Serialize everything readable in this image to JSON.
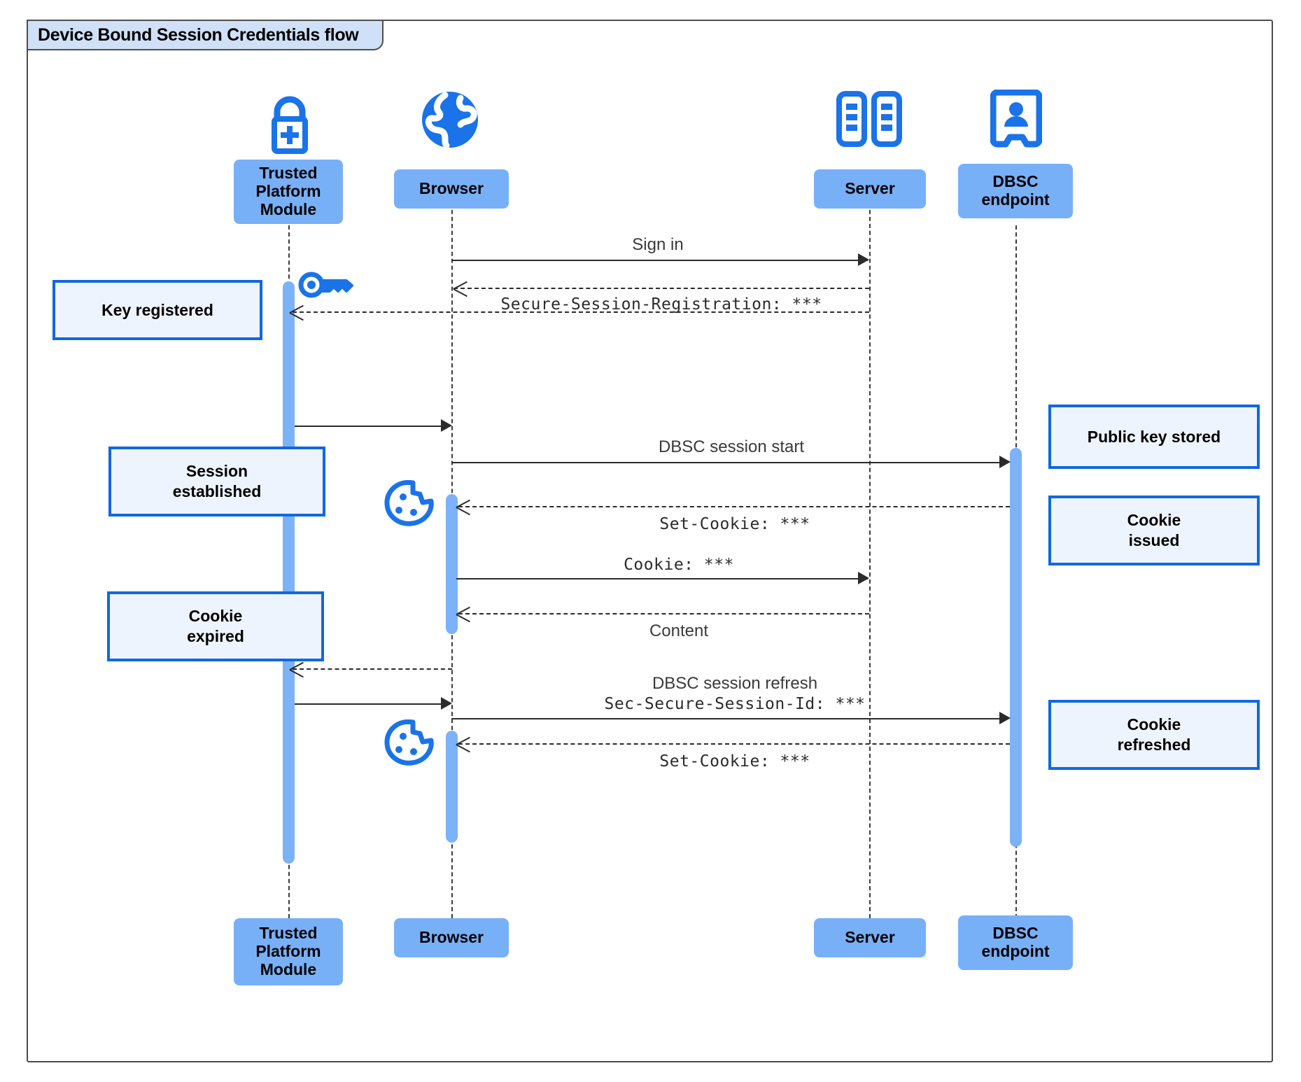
{
  "diagram": {
    "title": "Device Bound Session Credentials flow",
    "type": "uml-sequence-diagram",
    "colors": {
      "participant_fill": "#78b0f8",
      "activation_fill": "#7cb2f7",
      "note_fill": "#eef4fe",
      "note_border": "#1068e0",
      "icon_blue": "#1a73e8",
      "frame_border": "#4d4d4d",
      "frame_tab_fill": "#cfe0f7",
      "line": "#2b2b2b"
    },
    "participants": [
      {
        "id": "tpm",
        "label": "Trusted\nPlatform\nModule",
        "icon": "lock-plus-icon"
      },
      {
        "id": "browser",
        "label": "Browser",
        "icon": "globe-icon"
      },
      {
        "id": "server",
        "label": "Server",
        "icon": "server-rack-icon"
      },
      {
        "id": "dbsc",
        "label": "DBSC\nendpoint",
        "icon": "id-badge-icon"
      }
    ],
    "messages": [
      {
        "id": "m1",
        "from": "browser",
        "to": "server",
        "label": "Sign in",
        "style": "solid",
        "font": "sans"
      },
      {
        "id": "m2",
        "from": "server",
        "to": "browser",
        "label": "Secure-Session-Registration: ***",
        "style": "dashed",
        "font": "mono"
      },
      {
        "id": "m3",
        "from": "server",
        "to": "tpm",
        "label": "",
        "style": "dashed",
        "font": "sans"
      },
      {
        "id": "m4",
        "from": "tpm",
        "to": "browser",
        "label": "",
        "style": "solid",
        "font": "sans"
      },
      {
        "id": "m5",
        "from": "browser",
        "to": "dbsc",
        "label": "DBSC session start",
        "style": "solid",
        "font": "sans"
      },
      {
        "id": "m6",
        "from": "dbsc",
        "to": "browser",
        "label": "Set-Cookie: ***",
        "style": "dashed",
        "font": "mono"
      },
      {
        "id": "m7",
        "from": "browser",
        "to": "server",
        "label": "Cookie: ***",
        "style": "solid",
        "font": "mono"
      },
      {
        "id": "m8",
        "from": "server",
        "to": "browser",
        "label": "Content",
        "style": "dashed",
        "font": "sans"
      },
      {
        "id": "m9",
        "from": "browser",
        "to": "tpm",
        "label": "",
        "style": "dashed",
        "font": "sans"
      },
      {
        "id": "m10",
        "from": "tpm",
        "to": "browser",
        "label": "",
        "style": "solid",
        "font": "sans"
      },
      {
        "id": "m11",
        "from": "browser",
        "to": "dbsc",
        "label_line1": "DBSC session refresh",
        "label_line2": "Sec-Secure-Session-Id: ***",
        "style": "solid",
        "font": "mixed"
      },
      {
        "id": "m12",
        "from": "dbsc",
        "to": "browser",
        "label": "Set-Cookie: ***",
        "style": "dashed",
        "font": "mono"
      }
    ],
    "notes": [
      {
        "id": "n1",
        "text": "Key registered",
        "near": "tpm",
        "side": "left"
      },
      {
        "id": "n2",
        "text": "Session\nestablished",
        "near": "tpm",
        "side": "left"
      },
      {
        "id": "n3",
        "text": "Cookie\nexpired",
        "near": "tpm",
        "side": "left"
      },
      {
        "id": "n4",
        "text": "Public key stored",
        "near": "dbsc",
        "side": "right"
      },
      {
        "id": "n5",
        "text": "Cookie\nissued",
        "near": "dbsc",
        "side": "right"
      },
      {
        "id": "n6",
        "text": "Cookie\nrefreshed",
        "near": "dbsc",
        "side": "right"
      }
    ],
    "inline_icons": [
      {
        "id": "key1",
        "name": "key-icon",
        "near": "tpm"
      },
      {
        "id": "cookie1",
        "name": "cookie-icon",
        "near": "browser"
      },
      {
        "id": "cookie2",
        "name": "cookie-icon",
        "near": "browser"
      }
    ],
    "labels": {
      "tpm": "Trusted\nPlatform\nModule",
      "tpm_l1": "Trusted",
      "tpm_l2": "Platform",
      "tpm_l3": "Module",
      "browser": "Browser",
      "server": "Server",
      "dbsc_l1": "DBSC",
      "dbsc_l2": "endpoint",
      "sign_in": "Sign in",
      "secure_session_registration": "Secure-Session-Registration: ***",
      "dbsc_session_start": "DBSC session start",
      "set_cookie": "Set-Cookie: ***",
      "cookie": "Cookie: ***",
      "content": "Content",
      "dbsc_session_refresh": "DBSC session refresh",
      "sec_secure_session_id": "Sec-Secure-Session-Id: ***",
      "set_cookie_2": "Set-Cookie: ***",
      "note_key_registered": "Key registered",
      "note_session_l1": "Session",
      "note_session_l2": "established",
      "note_cookie_exp_l1": "Cookie",
      "note_cookie_exp_l2": "expired",
      "note_public_key_stored": "Public key stored",
      "note_cookie_issued_l1": "Cookie",
      "note_cookie_issued_l2": "issued",
      "note_cookie_refreshed_l1": "Cookie",
      "note_cookie_refreshed_l2": "refreshed"
    }
  }
}
